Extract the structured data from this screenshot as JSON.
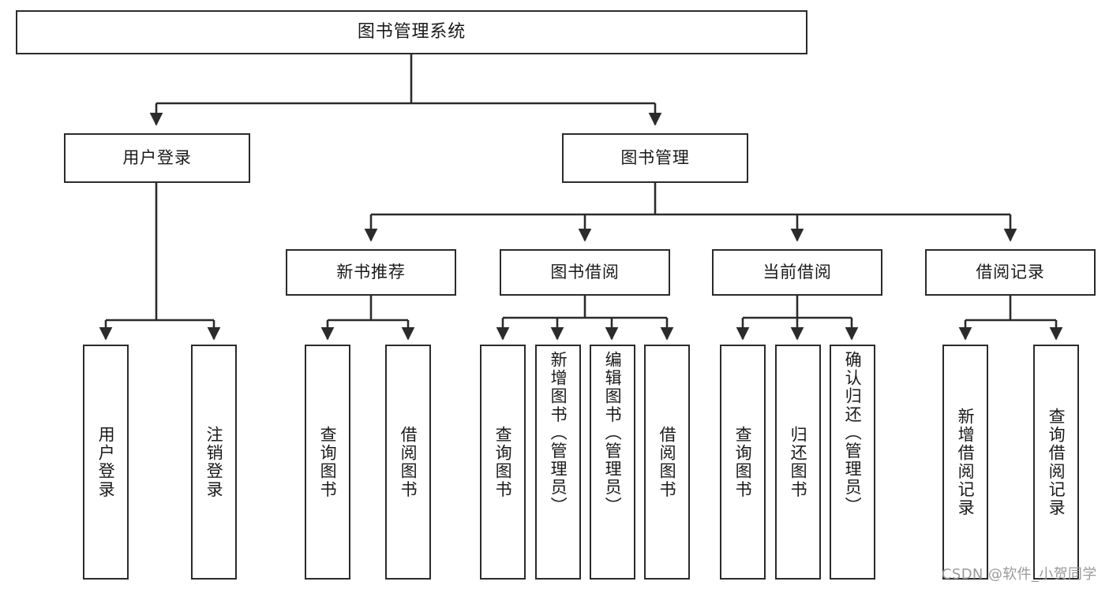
{
  "diagram": {
    "title": "图书管理系统",
    "type": "tree",
    "orientation": "top-down",
    "style": {
      "box_fill": "#ffffff",
      "box_stroke": "#2b2b2b",
      "edge_color": "#2b2b2b",
      "text_color": "#1a1a1a",
      "background": "#ffffff",
      "watermark_color": "#9a9a9a"
    },
    "watermark": "CSDN @软件_小贺同学",
    "nodes": {
      "root": {
        "label": "图书管理系统",
        "level": 0
      },
      "level1": [
        {
          "id": "user-login",
          "label": "用户登录"
        },
        {
          "id": "book-manage",
          "label": "图书管理"
        }
      ],
      "level2": [
        {
          "id": "new-book-recommend",
          "label": "新书推荐",
          "parent": "book-manage"
        },
        {
          "id": "book-borrow",
          "label": "图书借阅",
          "parent": "book-manage"
        },
        {
          "id": "current-borrow",
          "label": "当前借阅",
          "parent": "book-manage"
        },
        {
          "id": "borrow-record",
          "label": "借阅记录",
          "parent": "book-manage"
        }
      ],
      "leaves": [
        {
          "id": "leaf-user-login",
          "label": "用户登录",
          "parent": "user-login"
        },
        {
          "id": "leaf-logout",
          "label": "注销登录",
          "parent": "user-login"
        },
        {
          "id": "leaf-query-book-1",
          "label": "查询图书",
          "parent": "new-book-recommend"
        },
        {
          "id": "leaf-borrow-book-1",
          "label": "借阅图书",
          "parent": "new-book-recommend"
        },
        {
          "id": "leaf-query-book-2",
          "label": "查询图书",
          "parent": "book-borrow"
        },
        {
          "id": "leaf-add-book",
          "label": "新增图书（管理员）",
          "parent": "book-borrow"
        },
        {
          "id": "leaf-edit-book",
          "label": "编辑图书（管理员）",
          "parent": "book-borrow"
        },
        {
          "id": "leaf-borrow-book-2",
          "label": "借阅图书",
          "parent": "book-borrow"
        },
        {
          "id": "leaf-query-book-3",
          "label": "查询图书",
          "parent": "current-borrow"
        },
        {
          "id": "leaf-return-book",
          "label": "归还图书",
          "parent": "current-borrow"
        },
        {
          "id": "leaf-confirm-return",
          "label": "确认归还（管理员）",
          "parent": "current-borrow"
        },
        {
          "id": "leaf-add-record",
          "label": "新增借阅记录",
          "parent": "borrow-record"
        },
        {
          "id": "leaf-query-record",
          "label": "查询借阅记录",
          "parent": "borrow-record"
        }
      ]
    }
  }
}
